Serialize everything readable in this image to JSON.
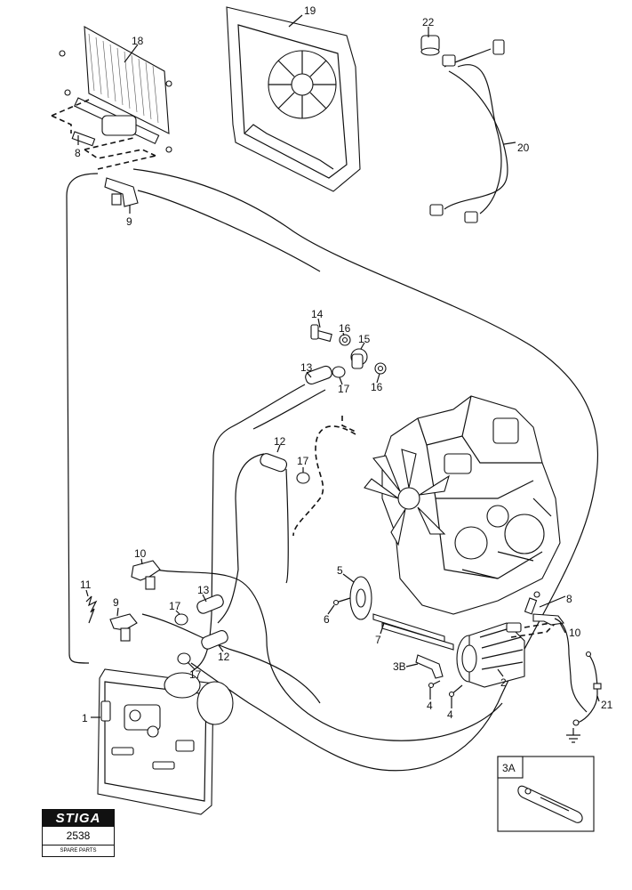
{
  "callouts": {
    "c1": "1",
    "c2": "2",
    "c3a": "3A",
    "c3b": "3B",
    "c4a": "4",
    "c4b": "4",
    "c5": "5",
    "c6": "6",
    "c7": "7",
    "c8a": "8",
    "c8b": "8",
    "c9a": "9",
    "c9b": "9",
    "c10a": "10",
    "c10b": "10",
    "c11": "11",
    "c12a": "12",
    "c12b": "12",
    "c13a": "13",
    "c13b": "13",
    "c14": "14",
    "c15": "15",
    "c16a": "16",
    "c16b": "16",
    "c17a": "17",
    "c17b": "17",
    "c17c": "17",
    "c17d": "17",
    "c18": "18",
    "c19": "19",
    "c20": "20",
    "c21": "21",
    "c22": "22"
  },
  "brand": {
    "logo": "STIGA",
    "number": "2538",
    "subtitle": "SPARE PARTS"
  }
}
